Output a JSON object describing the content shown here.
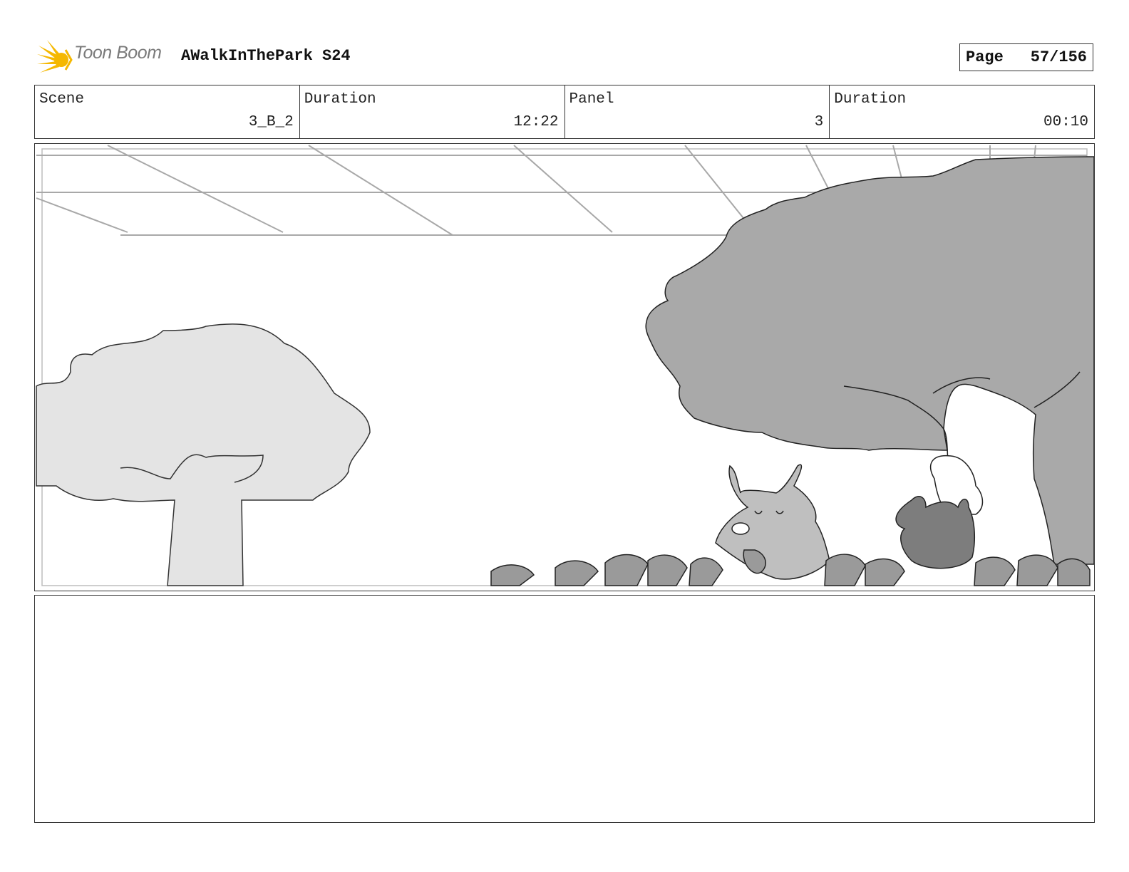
{
  "header": {
    "logo_text": "Toon Boom",
    "project_title": "AWalkInThePark S24",
    "page_label": "Page",
    "page_number": "57/156"
  },
  "info": [
    {
      "label": "Scene",
      "value": "3_B_2"
    },
    {
      "label": "Duration",
      "value": "12:22"
    },
    {
      "label": "Panel",
      "value": "3"
    },
    {
      "label": "Duration",
      "value": "00:10"
    }
  ],
  "notes": {
    "text": ""
  },
  "colors": {
    "logo_accent": "#f5b800",
    "tree_light": "#e4e4e4",
    "tree_dark": "#a9a9a9",
    "line": "#222222"
  }
}
